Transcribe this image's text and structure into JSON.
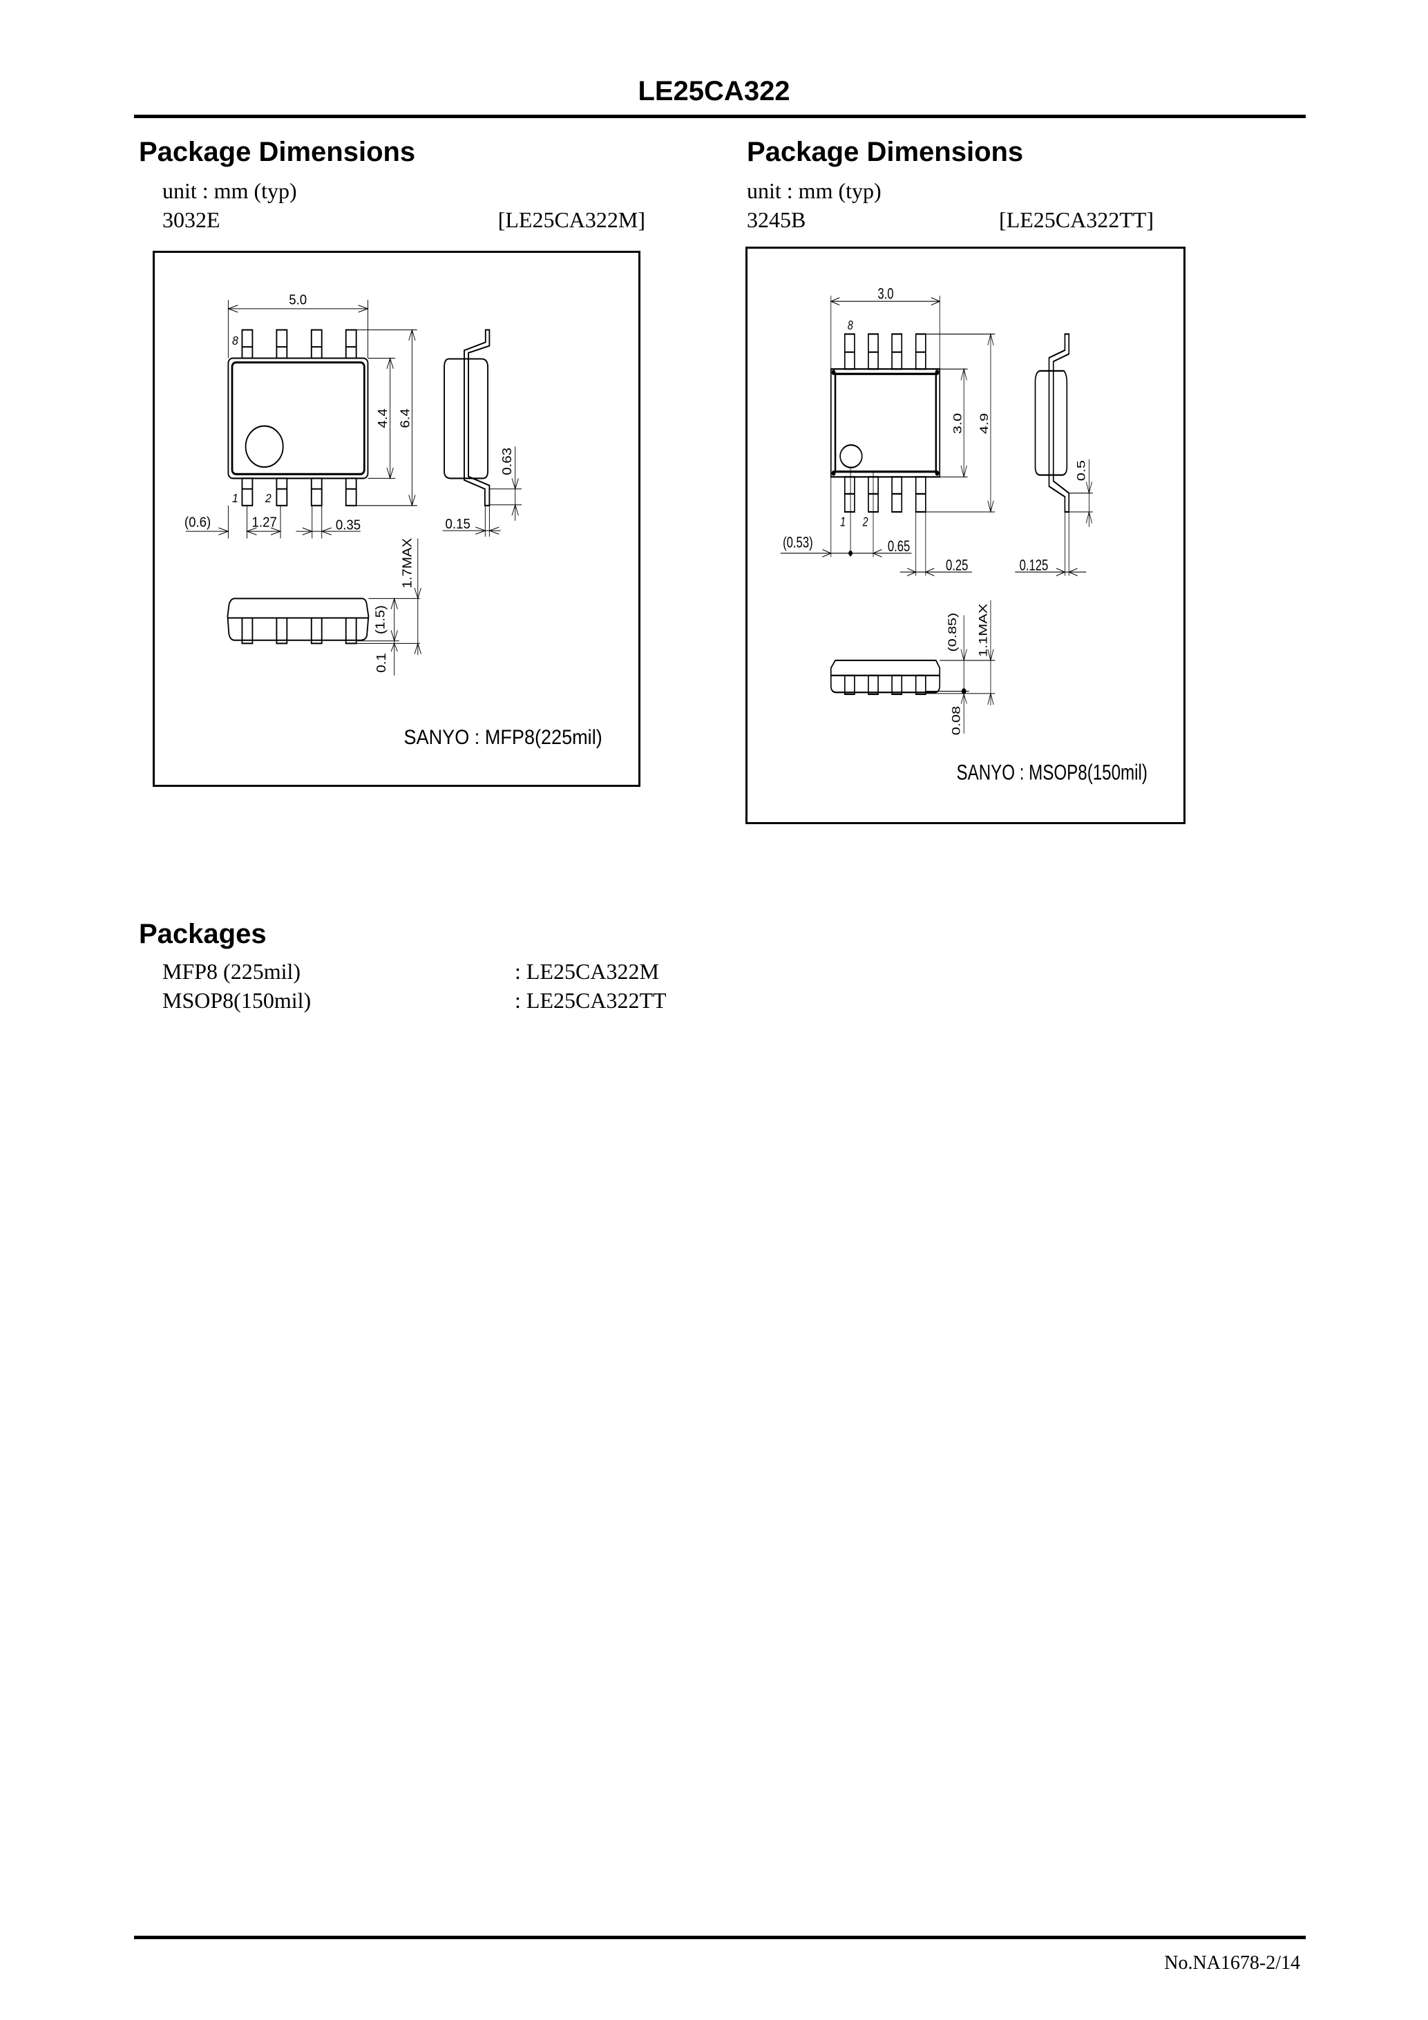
{
  "header": {
    "title": "LE25CA322"
  },
  "left_section": {
    "heading": "Package Dimensions",
    "unit": "unit : mm (typ)",
    "code": "3032E",
    "part": "[LE25CA322M]",
    "diagram": {
      "width": "5.0",
      "body_height": "4.4",
      "total_height": "6.4",
      "lead_thickness_height": "0.63",
      "pin8": "8",
      "pin1": "1",
      "pin2": "2",
      "offset": "(0.6)",
      "pitch": "1.27",
      "lead_width": "0.35",
      "lead_thickness": "0.15",
      "max_height": "1.7MAX",
      "body_thickness": "(1.5)",
      "standoff": "0.1",
      "caption": "SANYO : MFP8(225mil)"
    }
  },
  "right_section": {
    "heading": "Package Dimensions",
    "unit": "unit : mm (typ)",
    "code": "3245B",
    "part": "[LE25CA322TT]",
    "diagram": {
      "width": "3.0",
      "body_height": "3.0",
      "total_height": "4.9",
      "lead_thickness_height": "0.5",
      "pin8": "8",
      "pin1": "1",
      "pin2": "2",
      "offset": "(0.53)",
      "pitch": "0.65",
      "lead_width": "0.25",
      "lead_thickness": "0.125",
      "max_height": "1.1MAX",
      "body_thickness": "(0.85)",
      "standoff": "0.08",
      "caption": "SANYO : MSOP8(150mil)"
    }
  },
  "packages": {
    "heading": "Packages",
    "rows": [
      {
        "package": "MFP8 (225mil)",
        "part": ": LE25CA322M"
      },
      {
        "package": "MSOP8(150mil)",
        "part": ": LE25CA322TT"
      }
    ]
  },
  "footer": {
    "page_ref": "No.NA1678-2/14"
  }
}
